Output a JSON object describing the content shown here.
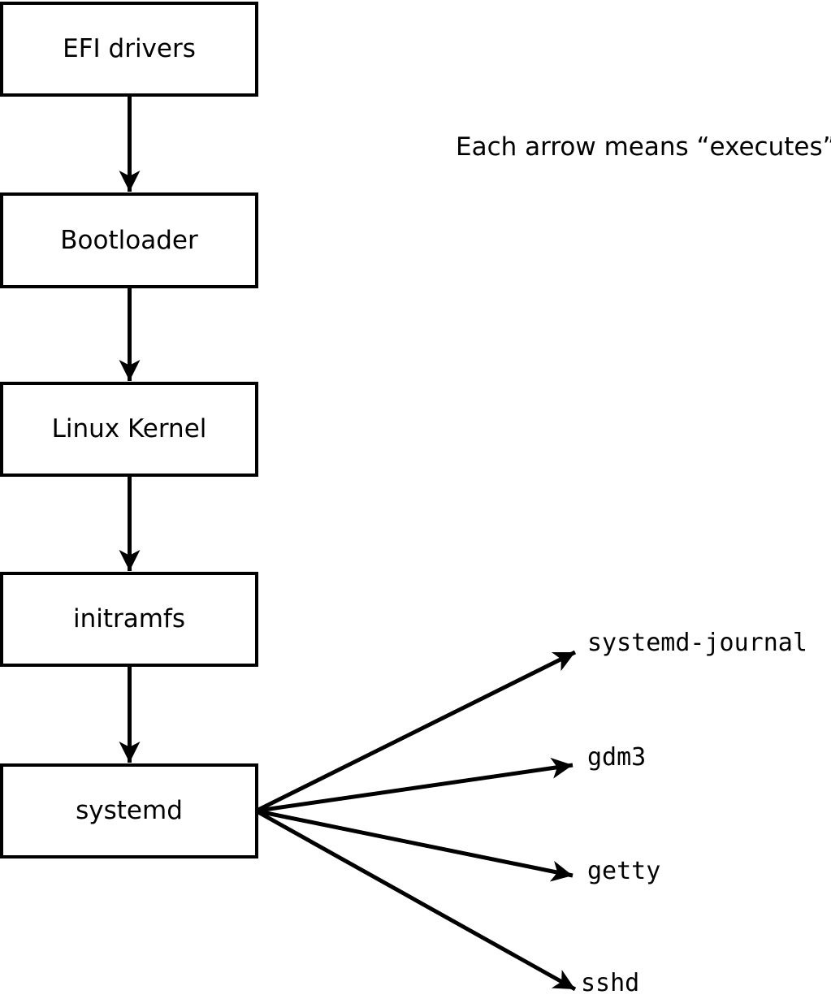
{
  "diagram": {
    "title_note": "Each arrow means “executes”.",
    "boot_chain": [
      {
        "label": "EFI drivers"
      },
      {
        "label": "Bootloader"
      },
      {
        "label": "Linux Kernel"
      },
      {
        "label": "initramfs"
      },
      {
        "label": "systemd"
      }
    ],
    "spawned_processes": [
      {
        "label": "systemd-journal"
      },
      {
        "label": "gdm3"
      },
      {
        "label": "getty"
      },
      {
        "label": "sshd"
      }
    ],
    "edge_meaning": "executes",
    "colors": {
      "line": "#000000",
      "box_fill": "#ffffff",
      "box_border": "#000000",
      "background": "#ffffff",
      "text": "#000000"
    }
  }
}
